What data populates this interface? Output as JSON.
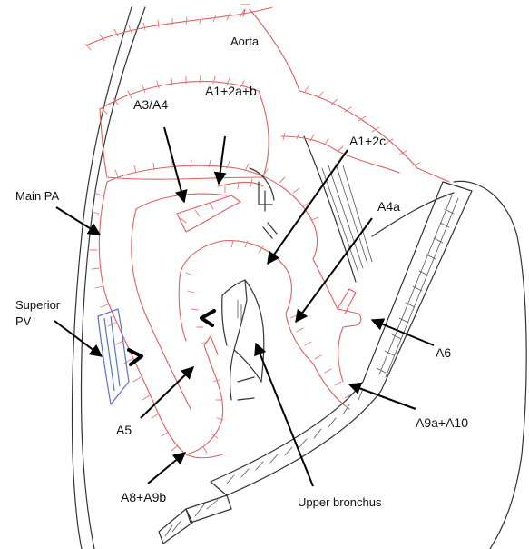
{
  "colors": {
    "vessel_outline": "#e06060",
    "bronchus_outline": "#333333",
    "vein_outline": "#5a73c8",
    "label_text": "#111111"
  },
  "labels": {
    "aorta": "Aorta",
    "a3_a4": "A3/A4",
    "a1_2a_b": "A1+2a+b",
    "a1_2c": "A1+2c",
    "main_pa": "Main PA",
    "a4a": "A4a",
    "superior_pv_line1": "Superior",
    "superior_pv_line2": "PV",
    "a6": "A6",
    "a5": "A5",
    "a9a_a10": "A9a+A10",
    "a8_a9b": "A8+A9b",
    "upper_bronchus": "Upper bronchus"
  }
}
